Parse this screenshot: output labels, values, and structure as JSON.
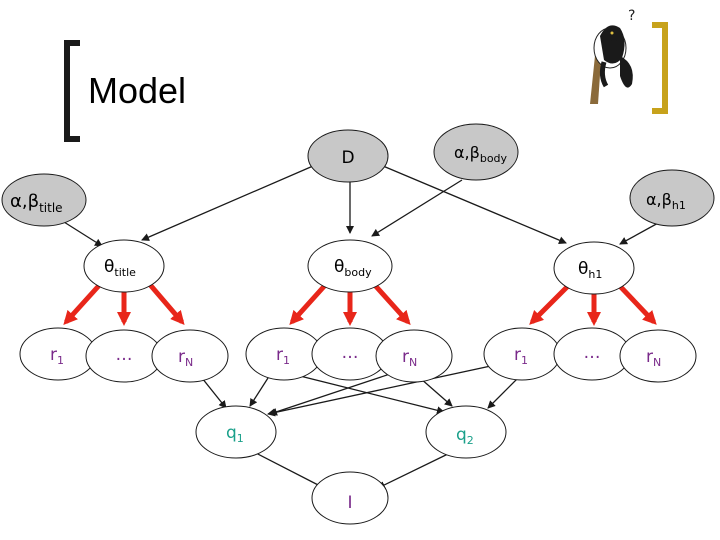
{
  "slide": {
    "title": "Model",
    "mascot_icon": "lemur-icon"
  },
  "colors": {
    "gray_node": "#c8c8c8",
    "white_node": "#ffffff",
    "edge": "#1a1a1a",
    "red_arrow": "#e8261a",
    "r_text": "#7a2a8a",
    "q_text": "#1aa08a",
    "i_text": "#7a2a8a",
    "bracket_left": "#1a1a1a",
    "bracket_right": "#c7a21b"
  },
  "nodes": {
    "D": "D",
    "alpha_beta_body_main": "α,β",
    "alpha_beta_body_sub": "body",
    "alpha_beta_title_main": "α,β",
    "alpha_beta_title_sub": "title",
    "alpha_beta_h1_main": "α,β",
    "alpha_beta_h1_sub": "h1",
    "theta_title_main": "θ",
    "theta_title_sub": "title",
    "theta_body_main": "θ",
    "theta_body_sub": "body",
    "theta_h1_main": "θ",
    "theta_h1_sub": "h1",
    "r_main": "r",
    "r_first_sub": "1",
    "r_last_sub": "N",
    "ellipsis": "…",
    "q_main": "q",
    "q1_sub": "1",
    "q2_sub": "2",
    "I": "I"
  }
}
